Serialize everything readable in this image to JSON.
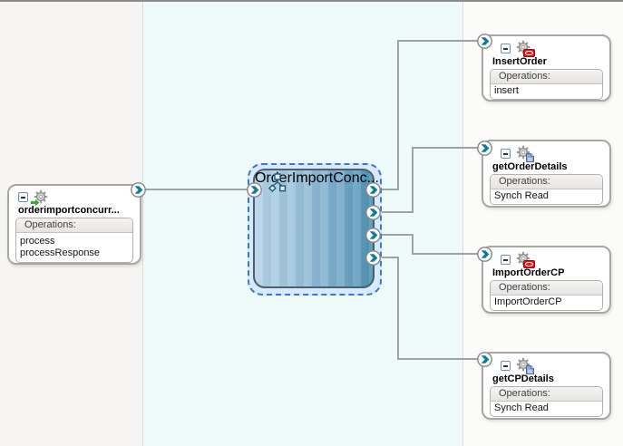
{
  "colors": {
    "accent_teal": "#0b7f91",
    "selection_blue": "#3b78cf",
    "wire_gray": "#9ea3a3",
    "badge_red": "#e41414",
    "badge_green": "#3fa63c",
    "badge_doc_blue": "#8fa9d2",
    "lane_left_bg": "#f6f5f4",
    "lane_center_bg": "#effafb",
    "lane_right_bg": "#fbfbfa"
  },
  "service": {
    "title": "orderimportconcurr...",
    "operations_label": "Operations:",
    "operations": [
      "process",
      "processResponse"
    ]
  },
  "component": {
    "title": "OrderImportConc..."
  },
  "references": [
    {
      "title": "InsertOrder",
      "badge": "database-adapter",
      "operations_label": "Operations:",
      "operations": [
        "insert"
      ]
    },
    {
      "title": "getOrderDetails",
      "badge": "file-adapter",
      "operations_label": "Operations:",
      "operations": [
        "Synch Read"
      ]
    },
    {
      "title": "ImportOrderCP",
      "badge": "database-adapter",
      "operations_label": "Operations:",
      "operations": [
        "ImportOrderCP"
      ]
    },
    {
      "title": "getCPDetails",
      "badge": "file-adapter",
      "operations_label": "Operations:",
      "operations": [
        "Synch Read"
      ]
    }
  ]
}
